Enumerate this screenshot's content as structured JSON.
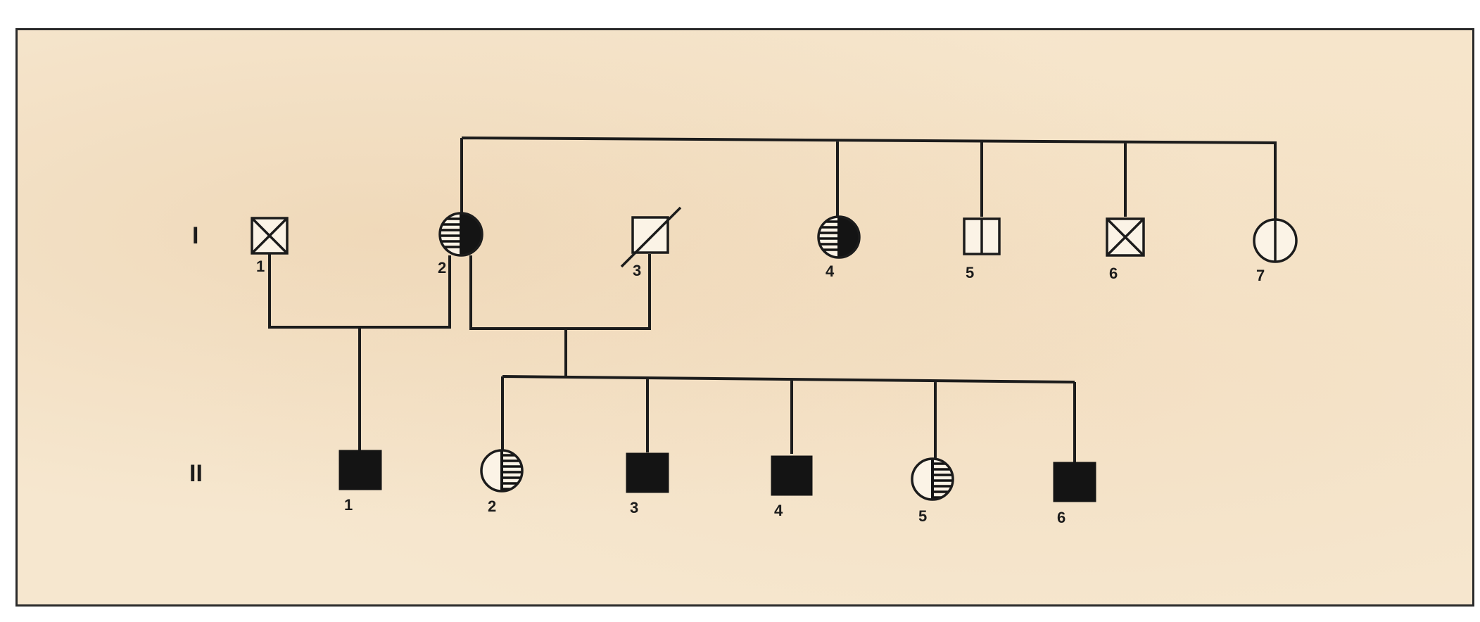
{
  "generations": [
    {
      "label": "I"
    },
    {
      "label": "II"
    }
  ],
  "individuals": {
    "I1": {
      "number": "1",
      "sex": "male",
      "phenotype": "crossed"
    },
    "I2": {
      "number": "2",
      "sex": "female",
      "phenotype": "left-striped-right-filled"
    },
    "I3": {
      "number": "3",
      "sex": "male",
      "phenotype": "deceased"
    },
    "I4": {
      "number": "4",
      "sex": "female",
      "phenotype": "left-striped-right-filled"
    },
    "I5": {
      "number": "5",
      "sex": "male",
      "phenotype": "vertical-split"
    },
    "I6": {
      "number": "6",
      "sex": "male",
      "phenotype": "crossed"
    },
    "I7": {
      "number": "7",
      "sex": "female",
      "phenotype": "vertical-split"
    },
    "II1": {
      "number": "1",
      "sex": "male",
      "phenotype": "affected"
    },
    "II2": {
      "number": "2",
      "sex": "female",
      "phenotype": "right-striped"
    },
    "II3": {
      "number": "3",
      "sex": "male",
      "phenotype": "affected"
    },
    "II4": {
      "number": "4",
      "sex": "male",
      "phenotype": "affected"
    },
    "II5": {
      "number": "5",
      "sex": "female",
      "phenotype": "right-striped"
    },
    "II6": {
      "number": "6",
      "sex": "male",
      "phenotype": "affected"
    }
  },
  "colors": {
    "background": "#f6e7cf",
    "ink": "#1c1c1c",
    "affected": "#141414",
    "unaffected": "#fbf3e6"
  }
}
